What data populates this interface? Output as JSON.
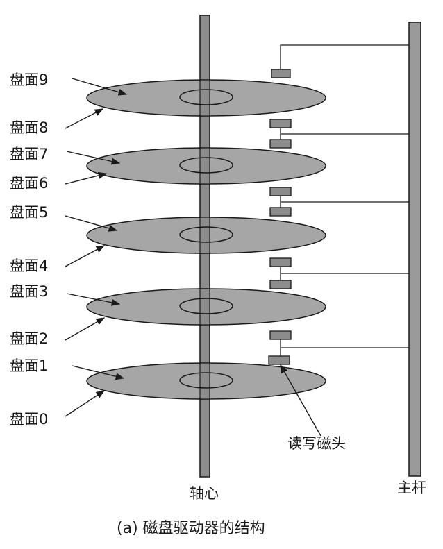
{
  "surface_labels": [
    "盘面9",
    "盘面8",
    "盘面7",
    "盘面6",
    "盘面5",
    "盘面4",
    "盘面3",
    "盘面2",
    "盘面1",
    "盘面0"
  ],
  "head_label": "读写磁头",
  "spindle_label": "轴心",
  "rod_label": "主杆",
  "caption": "(a) 磁盘驱动器的结构",
  "colors": {
    "platter_fill": "#a6a6a6",
    "spindle_fill": "#8c8c8c",
    "ink": "#1a1a1a"
  }
}
